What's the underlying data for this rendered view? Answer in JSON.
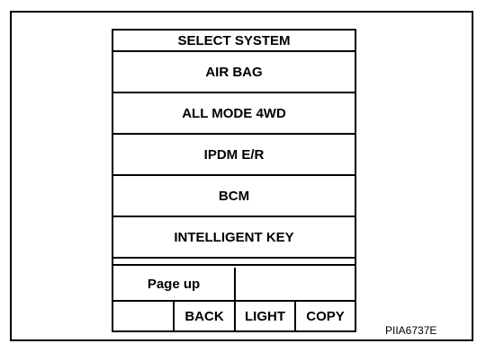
{
  "screen": {
    "title": "SELECT SYSTEM",
    "items": [
      {
        "label": "AIR BAG"
      },
      {
        "label": "ALL MODE 4WD"
      },
      {
        "label": "IPDM E/R"
      },
      {
        "label": "BCM"
      },
      {
        "label": "INTELLIGENT KEY"
      }
    ],
    "buttons": {
      "page_up": "Page up",
      "back": "BACK",
      "light": "LIGHT",
      "copy": "COPY"
    }
  },
  "caption": "PIIA6737E"
}
